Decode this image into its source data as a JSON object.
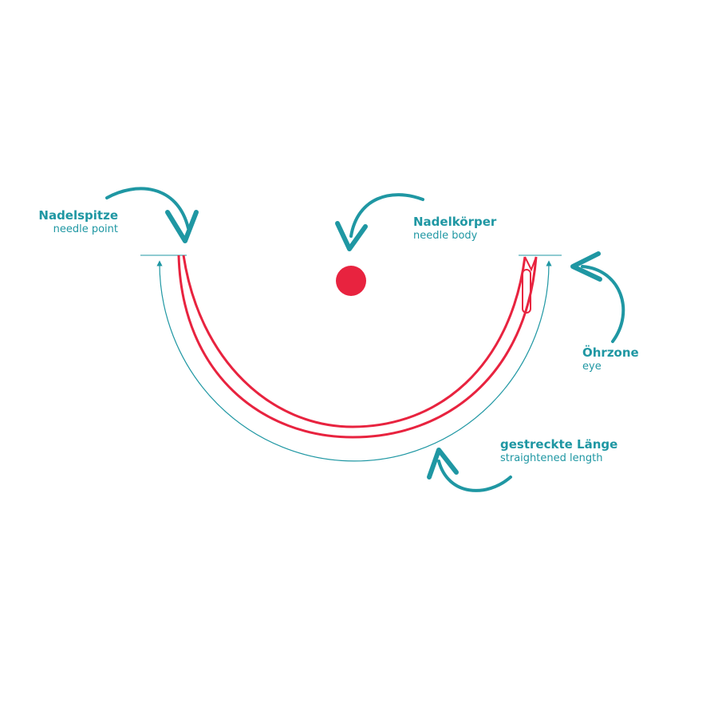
{
  "colors": {
    "teal": "#1f97a3",
    "red": "#e8233f"
  },
  "labels": {
    "point": {
      "de": "Nadelspitze",
      "en": "needle point"
    },
    "body": {
      "de": "Nadelkörper",
      "en": "needle body"
    },
    "eye": {
      "de": "Öhrzone",
      "en": "eye"
    },
    "length": {
      "de": "gestreckte Länge",
      "en": "straightened length"
    }
  }
}
